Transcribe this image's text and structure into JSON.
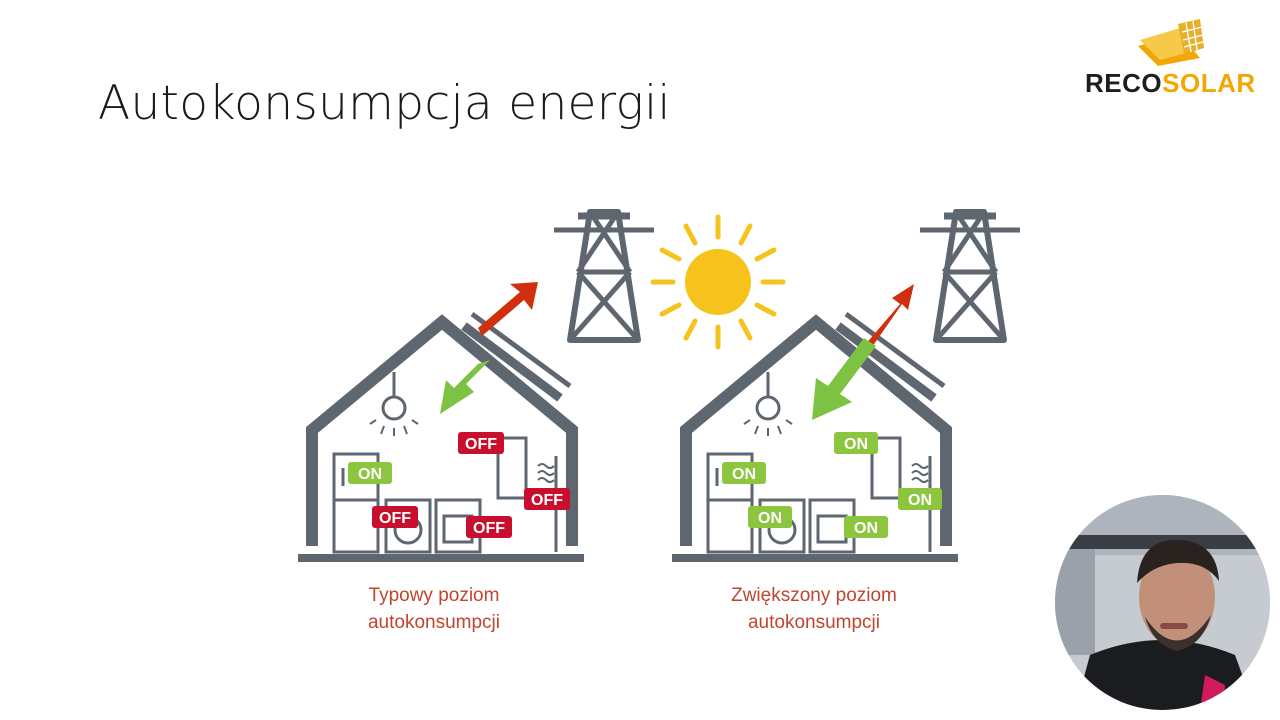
{
  "slide": {
    "title": "Autokonsumpcja energii"
  },
  "logo": {
    "part1": "RECO",
    "part2": "SOLAR",
    "brand_dark": "#1e1e1e",
    "brand_accent": "#f2a705"
  },
  "colors": {
    "house": "#5e6670",
    "on_badge": "#8cc63f",
    "off_badge": "#c8102e",
    "export_arrow": "#d0300d",
    "self_use_arrow": "#7dc242",
    "sun": "#f6c21c",
    "caption": "#c0452f"
  },
  "left_house": {
    "caption_line1": "Typowy poziom",
    "caption_line2": "autokonsumpcji",
    "badges": [
      "ON",
      "OFF",
      "OFF",
      "OFF",
      "OFF"
    ]
  },
  "right_house": {
    "caption_line1": "Zwiększony poziom",
    "caption_line2": "autokonsumpcji",
    "badges": [
      "ON",
      "ON",
      "ON",
      "ON",
      "ON"
    ]
  },
  "icons": [
    "sun-icon",
    "power-tower-icon",
    "light-bulb-icon",
    "fridge-icon",
    "washing-machine-icon",
    "oven-icon",
    "boiler-icon",
    "radiator-icon",
    "solar-panel-icon",
    "export-arrow-icon",
    "self-consumption-arrow-icon"
  ]
}
